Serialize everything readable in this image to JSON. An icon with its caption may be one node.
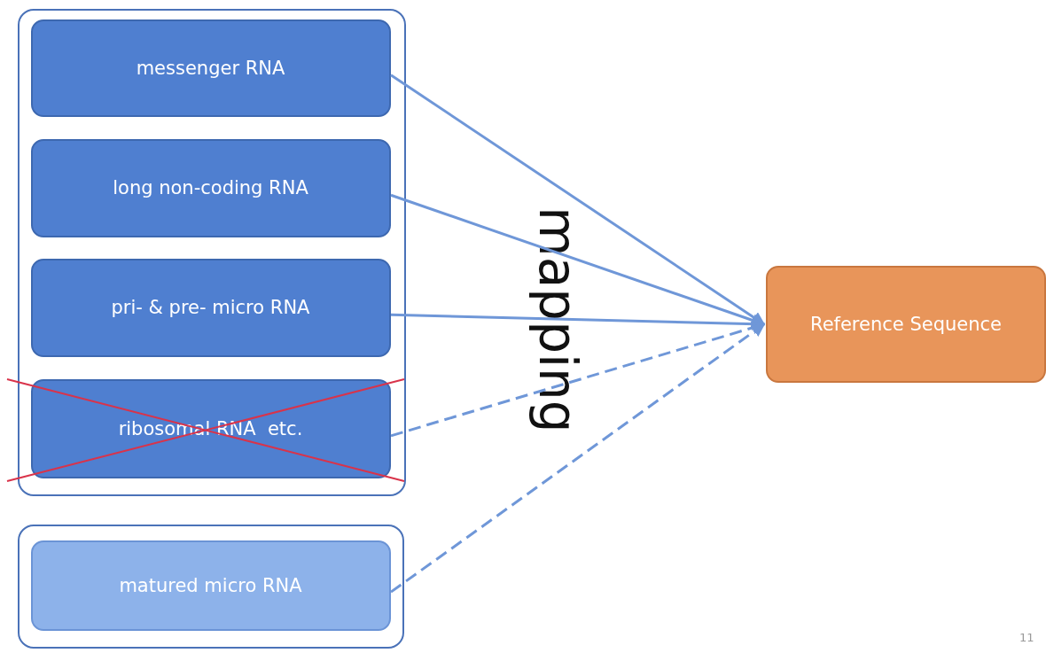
{
  "diagram": {
    "nodes": [
      {
        "text": [],
        "shape": "box"
      },
      {
        "text": [
          "messenger RNA"
        ],
        "in": 0
      },
      {
        "text": [
          "long non-coding RNA"
        ],
        "in": 0
      },
      {
        "text": [
          "pri- & pre- micro RNA"
        ],
        "in": 0
      },
      {
        "text": [
          "ribosomal RNA  etc."
        ],
        "in": 0
      },
      {
        "text": [],
        "shape": "box"
      },
      {
        "text": [
          "matured micro RNA"
        ],
        "in": 5
      },
      {
        "text": [
          "Reference Sequence"
        ]
      }
    ],
    "edges": [
      {
        "from": 1,
        "to": 7,
        "arrow": "to"
      },
      {
        "from": 2,
        "to": 7,
        "arrow": "to"
      },
      {
        "from": 3,
        "to": 7,
        "arrow": "to"
      },
      {
        "from": 4,
        "to": 7,
        "arrow": "to",
        "style": "dashed"
      },
      {
        "from": 6,
        "to": 7,
        "arrow": "to",
        "style": "dashed"
      }
    ],
    "labels": [
      "mapping",
      "11"
    ]
  }
}
